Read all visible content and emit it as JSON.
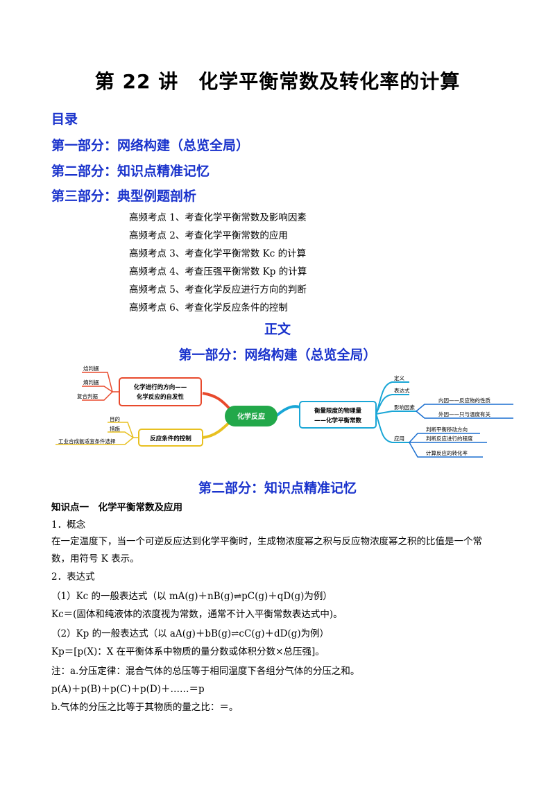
{
  "title": "第 22 讲　化学平衡常数及转化率的计算",
  "toc": {
    "heading": "目录",
    "parts": [
      "第一部分：网络构建（总览全局）",
      "第二部分：知识点精准记忆",
      "第三部分：典型例题剖析"
    ],
    "items": [
      "高频考点 1、考查化学平衡常数及影响因素",
      "高频考点 2、考查化学平衡常数的应用",
      "高频考点 3、考查化学平衡常数 Kc 的计算",
      "高频考点 4、考查压强平衡常数 Kp 的计算",
      "高频考点 5、考查化学反应进行方向的判断",
      "高频考点 6、考查化学反应条件的控制"
    ]
  },
  "main_heading": "正文",
  "part1_heading": "第一部分：网络构建（总览全局）",
  "mindmap": {
    "center": "化学反应",
    "left_top": {
      "label_line1": "化学进行的方向——",
      "label_line2": "化学反应的自发性",
      "leaves": [
        "焓判据",
        "熵判据",
        "复合判据"
      ]
    },
    "left_bottom": {
      "label": "反应条件的控制",
      "leaves": [
        "目的",
        "措施",
        "工业合成氨适宜条件选择"
      ]
    },
    "right": {
      "label_line1": "衡量限度的物理量",
      "label_line2": "——化学平衡常数",
      "branches": [
        "定义",
        "表达式",
        "影响因素",
        "应用"
      ],
      "factor_leaves": [
        "内因——反应物的性质",
        "外因——只与温度有关"
      ],
      "app_leaves": [
        "判断平衡移动方向",
        "判断反应进行的程度",
        "计算反应的转化率"
      ]
    },
    "colors": {
      "center": "#22a84a",
      "orange": "#e8492c",
      "yellow": "#e8c020",
      "cyan": "#19a6d6",
      "blue": "#1a6fd0"
    }
  },
  "part2_heading": "第二部分：知识点精准记忆",
  "content": {
    "kp1": "知识点一　化学平衡常数及应用",
    "s1": "1．概念",
    "def_line1": "在一定温度下，当一个可逆反应达到化学平衡时，生成物浓度幂之积与反应物浓度幂之积的比值是一个常",
    "def_line2": "数，用符号 K 表示。",
    "s2": "2．表达式",
    "e1": "（1）Kc 的一般表达式（以 mA(g)＋nB(g)⇌pC(g)＋qD(g)为例）",
    "e1_note": "Kc＝(固体和纯液体的浓度视为常数，通常不计入平衡常数表达式中)。",
    "e2": "（2）Kp 的一般表达式（以 aA(g)＋bB(g)⇌cC(g)＋dD(g)为例）",
    "e2_note": "Kp＝[p(X)：X 在平衡体系中物质的量分数或体积分数×总压强]。",
    "n1": "注：a.分压定律：混合气体的总压等于相同温度下各组分气体的分压之和。",
    "n2": "p(A)＋p(B)＋p(C)＋p(D)＋……＝p",
    "n3": "b.气体的分压之比等于其物质的量之比：＝。"
  }
}
